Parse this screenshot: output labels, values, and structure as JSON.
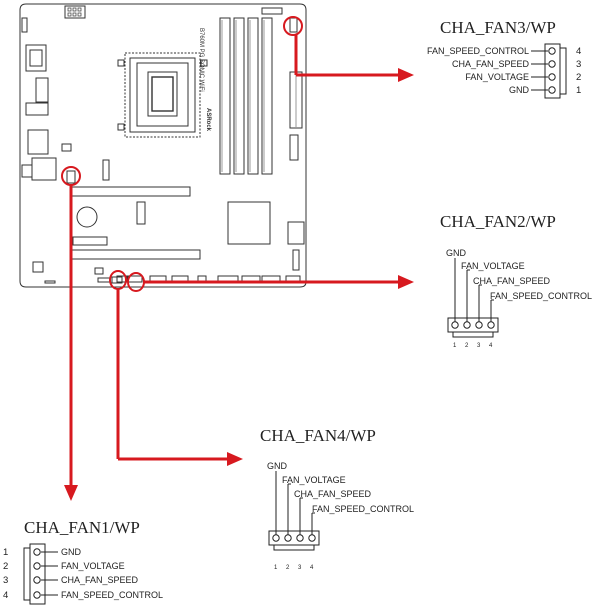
{
  "board": {
    "brand": "ASRock",
    "model": "B760M PG SONIC WiFi"
  },
  "headers": {
    "cha_fan3": {
      "title": "CHA_FAN3/WP",
      "pins": [
        {
          "num": "4",
          "label": "FAN_SPEED_CONTROL"
        },
        {
          "num": "3",
          "label": "CHA_FAN_SPEED"
        },
        {
          "num": "2",
          "label": "FAN_VOLTAGE"
        },
        {
          "num": "1",
          "label": "GND"
        }
      ]
    },
    "cha_fan2": {
      "title": "CHA_FAN2/WP",
      "labels": [
        "GND",
        "FAN_VOLTAGE",
        "CHA_FAN_SPEED",
        "FAN_SPEED_CONTROL"
      ],
      "pin_numbers": [
        "1",
        "2",
        "3",
        "4"
      ]
    },
    "cha_fan4": {
      "title": "CHA_FAN4/WP",
      "labels": [
        "GND",
        "FAN_VOLTAGE",
        "CHA_FAN_SPEED",
        "FAN_SPEED_CONTROL"
      ],
      "pin_numbers": [
        "1",
        "2",
        "3",
        "4"
      ]
    },
    "cha_fan1": {
      "title": "CHA_FAN1/WP",
      "pins": [
        {
          "num": "1",
          "label": "GND"
        },
        {
          "num": "2",
          "label": "FAN_VOLTAGE"
        },
        {
          "num": "3",
          "label": "CHA_FAN_SPEED"
        },
        {
          "num": "4",
          "label": "FAN_SPEED_CONTROL"
        }
      ]
    }
  },
  "colors": {
    "arrow": "#d7191f",
    "board_outline": "#333333",
    "component": "#444444"
  }
}
